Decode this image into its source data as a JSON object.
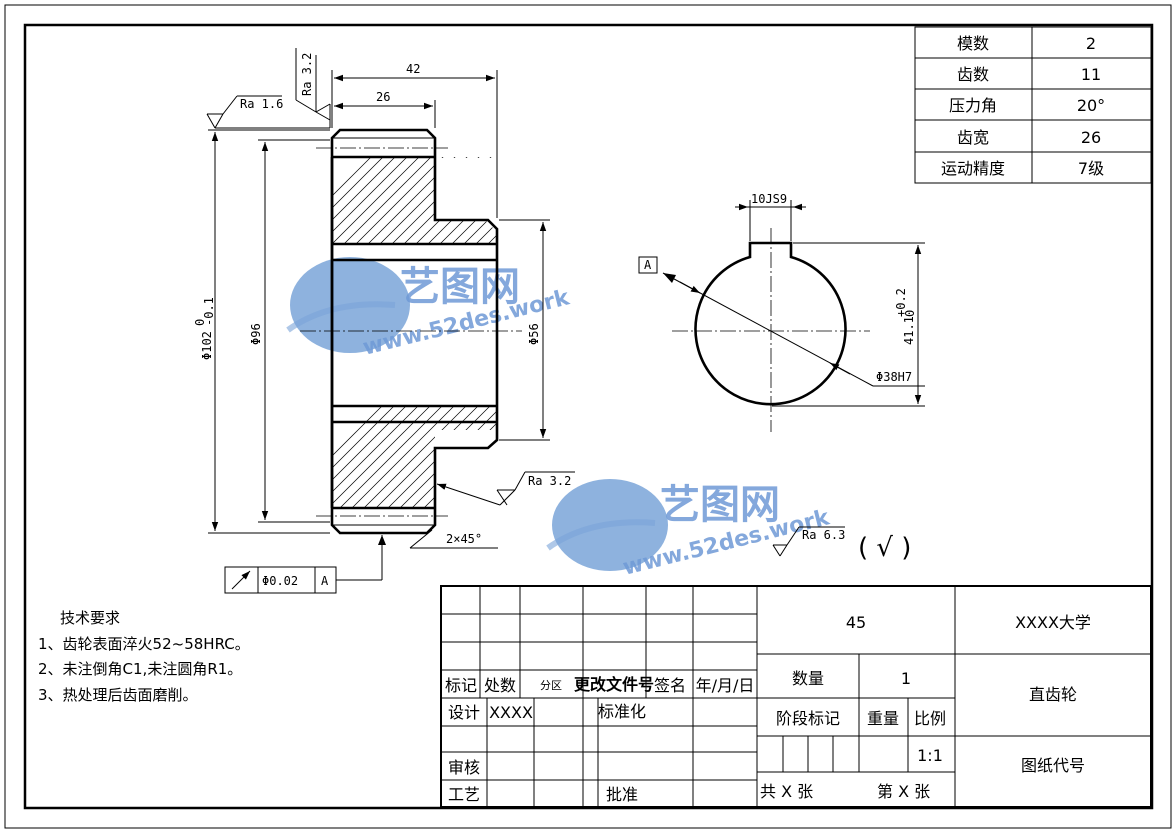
{
  "params_table": [
    {
      "label": "模数",
      "value": "2"
    },
    {
      "label": "齿数",
      "value": "11"
    },
    {
      "label": "压力角",
      "value": "20°"
    },
    {
      "label": "齿宽",
      "value": "26"
    },
    {
      "label": "运动精度",
      "value": "7级"
    }
  ],
  "dimensions": {
    "length_42": "42",
    "length_26": "26",
    "ra_32_top": "Ra 3.2",
    "ra_16": "Ra 1.6",
    "dia_102": "Φ102",
    "dia_102_tol_upper": "0",
    "dia_102_tol_lower": "-0.1",
    "dia_96": "Φ96",
    "dia_56": "Φ56",
    "ra_32_side": "Ra 3.2",
    "chamfer": "2×45°",
    "keyway": "10JS9",
    "datum_a": "A",
    "bore": "Φ38H7",
    "depth": "41.1",
    "depth_tol_upper": "+0.2",
    "depth_tol_lower": "0",
    "ra_63": "Ra 6.3",
    "general_symbol": "( √ )"
  },
  "tolerance_frame": {
    "value": "Φ0.02",
    "datum": "A"
  },
  "tech_requirements": {
    "title": "技术要求",
    "items": [
      "1、齿轮表面淬火52~58HRC。",
      "2、未注倒角C1,未注圆角R1。",
      "3、热处理后齿面磨削。"
    ]
  },
  "title_block": {
    "material": "45",
    "org": "XXXX大学",
    "part_name": "直齿轮",
    "drawing_code": "图纸代号",
    "quantity_label": "数量",
    "quantity": "1",
    "stage_label": "阶段标记",
    "weight_label": "重量",
    "scale_label": "比例",
    "scale": "1:1",
    "total": "共  X  张",
    "sheet": "第  X  张",
    "rev_mark": "标记",
    "rev_count": "处数",
    "rev_zone": "分区",
    "rev_doc": "更改文件号",
    "rev_sign": "签名",
    "rev_date": "年/月/日",
    "design": "设计",
    "designer": "XXXX",
    "standard": "标准化",
    "review": "审核",
    "process": "工艺",
    "approve": "批准"
  },
  "watermark": {
    "brand": "艺图网",
    "url": "www.52des.work",
    "color": "#6f9ad6"
  }
}
